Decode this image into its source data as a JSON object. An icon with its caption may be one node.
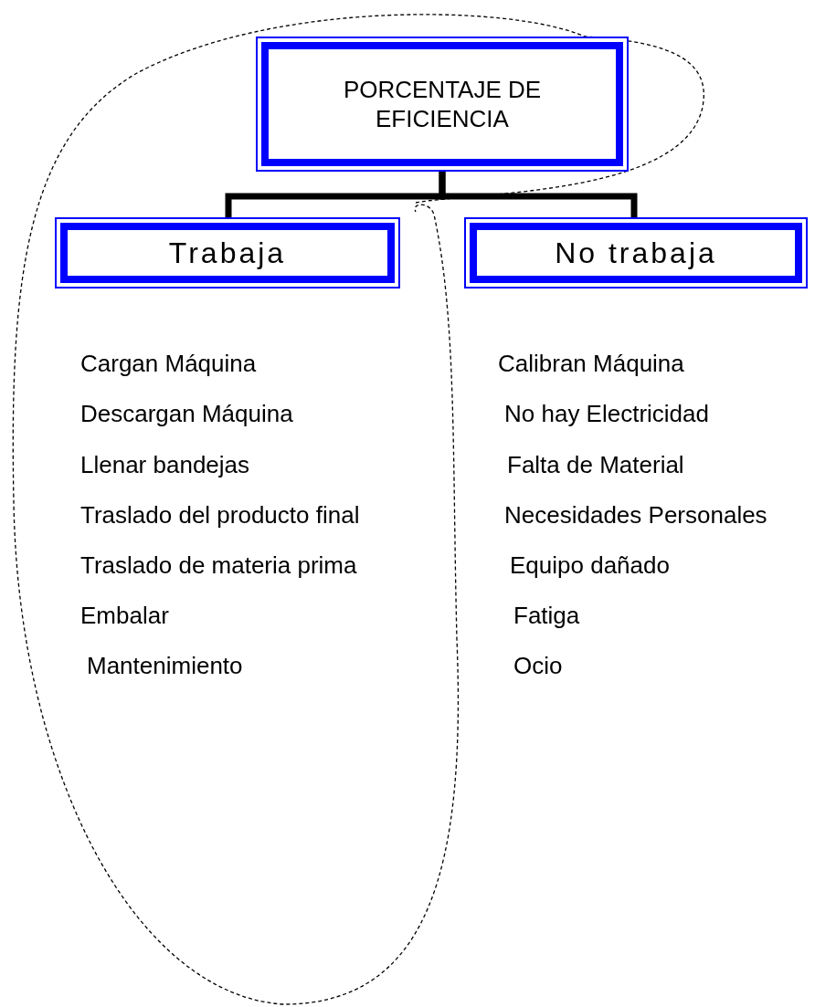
{
  "diagram": {
    "nodes": [
      {
        "text": [
          "PORCENTAJE DE EFICIENCIA"
        ]
      },
      {
        "text": [
          "Trabaja"
        ]
      },
      {
        "text": [
          "No trabaja"
        ]
      }
    ],
    "edges": [
      {
        "from": 0,
        "to": 1,
        "arrow": "none"
      },
      {
        "from": 0,
        "to": 2,
        "arrow": "none"
      }
    ],
    "labels": [
      "Cargan Máquina",
      "Descargan Máquina",
      "Llenar bandejas",
      "Traslado del producto final",
      "Traslado de materia prima",
      "Embalar",
      "Mantenimiento",
      "Calibran Máquina",
      "No hay Electricidad",
      "Falta de Material",
      "Necesidades Personales",
      "Equipo dañado",
      "Fatiga",
      "Ocio"
    ]
  }
}
